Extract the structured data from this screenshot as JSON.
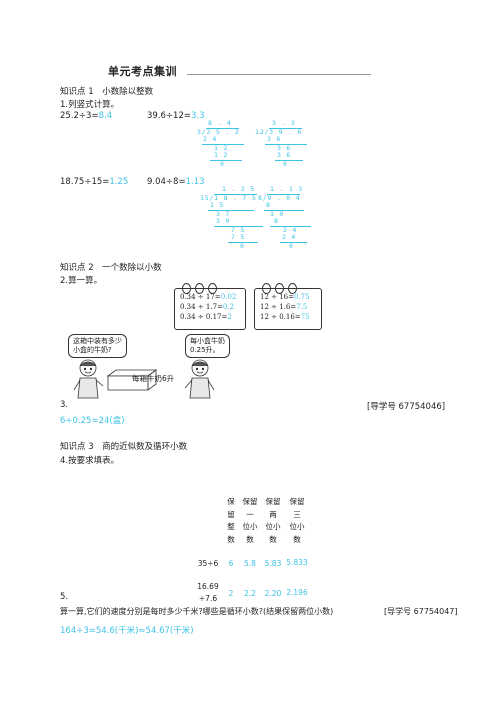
{
  "title": "单元考点集训",
  "s1": {
    "heading": "知识点 1　小数除以整数",
    "q_label": "1.列竖式计算。",
    "p1": {
      "expr": "25.2÷3=",
      "ans": "8.4"
    },
    "p2": {
      "expr": "39.6÷12=",
      "ans": "3.3"
    },
    "p3": {
      "expr": "18.75÷15=",
      "ans": "1.25"
    },
    "p4": {
      "expr": "9.04÷8=",
      "ans": "1.13"
    },
    "ld1": {
      "quotient": "8 . 4",
      "divisor": "3",
      "dividend": "2 5 . 2",
      "rows": [
        "2 4",
        "1 2",
        "1 2",
        "0"
      ]
    },
    "ld2": {
      "quotient": "3 . 3",
      "divisor": "12",
      "dividend": "3 9 . 6",
      "rows": [
        "3 6",
        "3 6",
        "3 6",
        "0"
      ]
    },
    "ld3": {
      "quotient": "1 . 2 5",
      "divisor": "15",
      "dividend": "1 8 . 7 5",
      "rows": [
        "1 5",
        "3 7",
        "3 0",
        "7 5",
        "7 5",
        "0"
      ]
    },
    "ld4": {
      "quotient": "1 . 1 3",
      "divisor": "8",
      "dividend": "9 . 0 4",
      "rows": [
        "8",
        "1 0",
        "8",
        "2 4",
        "2 4",
        "0"
      ]
    }
  },
  "s2": {
    "heading": "知识点 2　一个数除以小数",
    "q_label": "2.算一算。",
    "card1": [
      {
        "expr": "0.34 ÷ 17=",
        "ans": "0.02"
      },
      {
        "expr": "0.34 ÷ 1.7=",
        "ans": "0.2"
      },
      {
        "expr": "0.34 ÷ 0.17=",
        "ans": "2"
      }
    ],
    "card2": [
      {
        "expr": "12 ÷ 16=",
        "ans": "0.75"
      },
      {
        "expr": "12 ÷ 1.6=",
        "ans": "7.5"
      },
      {
        "expr": "12 ÷ 0.16=",
        "ans": "75"
      }
    ],
    "bubble_left": [
      "这箱中装有多少",
      "小盒的牛奶?"
    ],
    "bubble_right": [
      "每小盒牛奶",
      "0.25升。"
    ],
    "box_label": "每箱牛奶6升",
    "q3_label": "3.",
    "q3_ref": "[导学号 67754046]",
    "q3_ans": "6÷0.25=24(盒)"
  },
  "s3": {
    "heading": "知识点 3　商的近似数及循环小数",
    "q_label": "4.按要求填表。",
    "headers": [
      [
        "保",
        "留",
        "整",
        "数"
      ],
      [
        "保留",
        "一",
        "位小",
        "数"
      ],
      [
        "保留",
        "两",
        "位小",
        "数"
      ],
      [
        "保留",
        "三",
        "位小",
        "数"
      ]
    ],
    "rows": [
      {
        "expr": [
          "35÷6"
        ],
        "vals": [
          "6",
          "5.8",
          "5.83",
          "5.833"
        ]
      },
      {
        "expr": [
          "16.69",
          "÷7.6"
        ],
        "vals": [
          "2",
          "2.2",
          "2.20",
          "2.196"
        ]
      }
    ],
    "q5_label": "5.",
    "q5_text": "算一算,它们的速度分别是每时多少千米?哪些是循环小数?(结果保留两位小数)",
    "q5_ref": "[导学号 67754047]",
    "q5_ans": "164÷3=54.6(千米)≈54.67(千米)"
  }
}
